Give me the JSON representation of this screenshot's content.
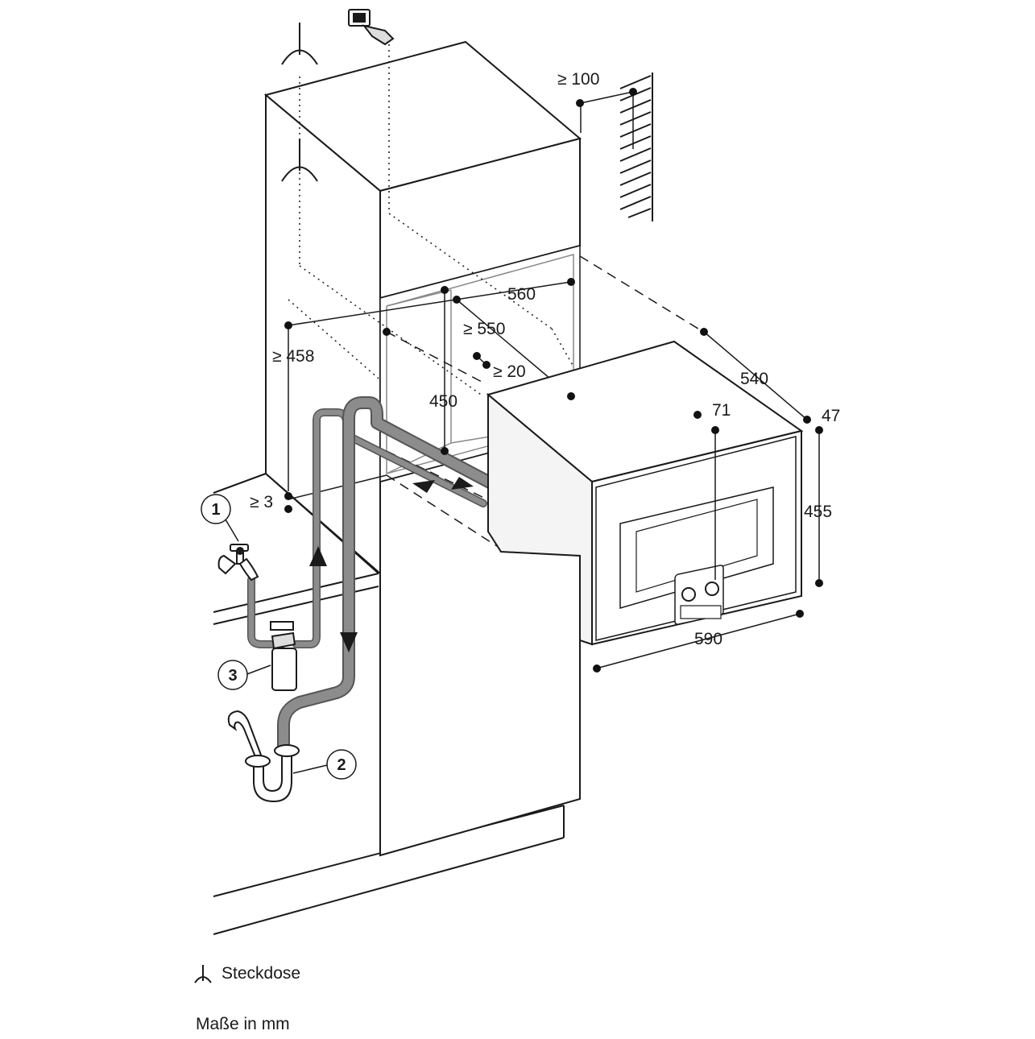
{
  "colors": {
    "line": "#1a1a1a",
    "pipe": "#8c8c8c",
    "pipe_edge": "#555555",
    "panel": "#f4f4f4"
  },
  "dimensions": {
    "d100": "≥ 100",
    "d560": "560",
    "d550": "≥ 550",
    "d458": "≥ 458",
    "d20": "≥ 20",
    "d450": "450",
    "d540": "540",
    "d71": "71",
    "d47": "47",
    "d3": "≥ 3",
    "d455": "455",
    "d590": "590"
  },
  "callouts": {
    "c1": "1",
    "c2": "2",
    "c3": "3"
  },
  "icons": {
    "socket": "socket-icon",
    "tap": "water-tap-icon",
    "filter": "water-filter-icon",
    "siphon": "drain-siphon-icon"
  },
  "legend": {
    "socket_label": "Steckdose",
    "units_note": "Maße in mm"
  }
}
